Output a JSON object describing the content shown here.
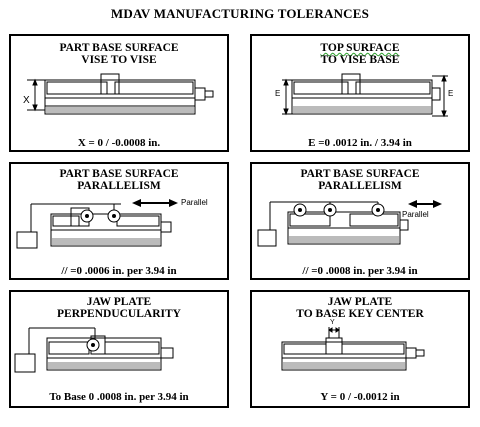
{
  "title": "MDAV MANUFACTURING TOLERANCES",
  "panels": [
    {
      "title_line1": "PART BASE SURFACE",
      "title_line2": "VISE TO VISE",
      "caption": "X =  0 / -0.0008 in.",
      "label": "X"
    },
    {
      "title_line1": "TOP  SURFACE",
      "title_line2": "TO VISE BASE",
      "caption": "E =0 .0012 in. / 3.94 in",
      "label": "E"
    },
    {
      "title_line1": "PART BASE SURFACE",
      "title_line2": "PARALLELISM",
      "caption": "// =0 .0006 in. per 3.94 in",
      "label": "Parallel"
    },
    {
      "title_line1": "PART BASE SURFACE",
      "title_line2": "PARALLELISM",
      "caption": "// =0 .0008 in. per 3.94 in",
      "label": "Parallel"
    },
    {
      "title_line1": "JAW PLATE",
      "title_line2": "PERPENDUCULARITY",
      "caption": "To Base 0 .0008 in. per 3.94 in"
    },
    {
      "title_line1": "JAW PLATE",
      "title_line2": "TO BASE KEY CENTER",
      "caption": "Y = 0 / -0.0012 in",
      "label": "Y"
    }
  ]
}
